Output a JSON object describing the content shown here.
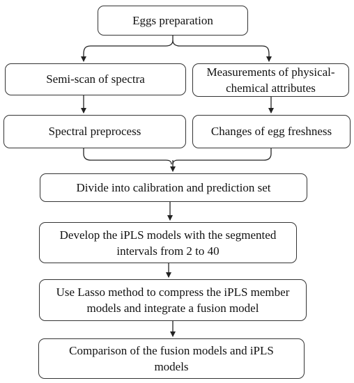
{
  "steps": {
    "eggs_preparation": "Eggs preparation",
    "semi_scan": "Semi-scan of spectra",
    "measurements": "Measurements of physical-chemical attributes",
    "spectral_preprocess": "Spectral preprocess",
    "changes_freshness": "Changes of egg freshness",
    "divide_sets": "Divide into calibration and prediction set",
    "develop_ipls": "Develop the iPLS models with the segmented intervals from 2 to 40",
    "lasso_fusion": "Use Lasso method to compress the iPLS member models and integrate a fusion model",
    "comparison": "Comparison of the fusion models and iPLS models"
  },
  "colors": {
    "border": "#333333",
    "arrow": "#222222",
    "text": "#111111"
  }
}
